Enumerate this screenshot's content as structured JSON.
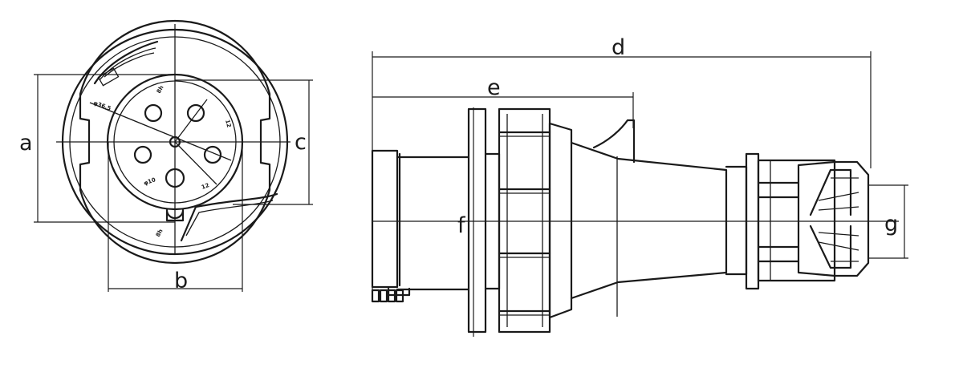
{
  "dimension_labels": {
    "a": "a",
    "b": "b",
    "c": "c",
    "d": "d",
    "e": "e",
    "f": "f",
    "g": "g"
  },
  "pin_labels": {
    "pin_diameter_large": "φ36.5",
    "pin_top": "8h",
    "pin_right": "12",
    "pin_bottom_left": "φ10",
    "pin_bottom_right": "12",
    "key_bottom": "8h"
  },
  "colors": {
    "line": "#1a1a1a",
    "background": "#ffffff"
  }
}
